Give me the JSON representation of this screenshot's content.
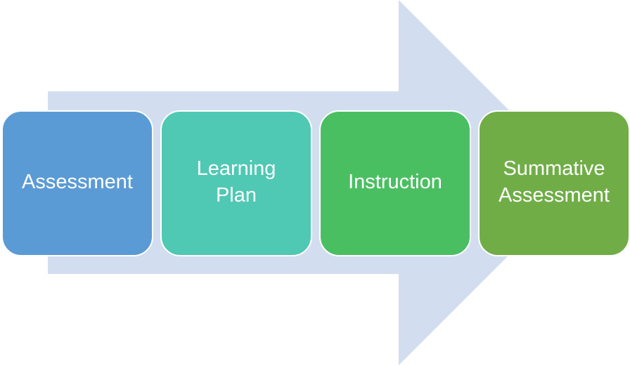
{
  "diagram": {
    "type": "process-arrow",
    "arrow_color": "#D2DEEF",
    "steps": [
      {
        "label": "Assessment",
        "color": "#5B9BD5"
      },
      {
        "label": "Learning\nPlan",
        "color": "#4FC8B4"
      },
      {
        "label": "Instruction",
        "color": "#4ABF62"
      },
      {
        "label": "Summative\nAssessment",
        "color": "#70AD47"
      }
    ]
  }
}
